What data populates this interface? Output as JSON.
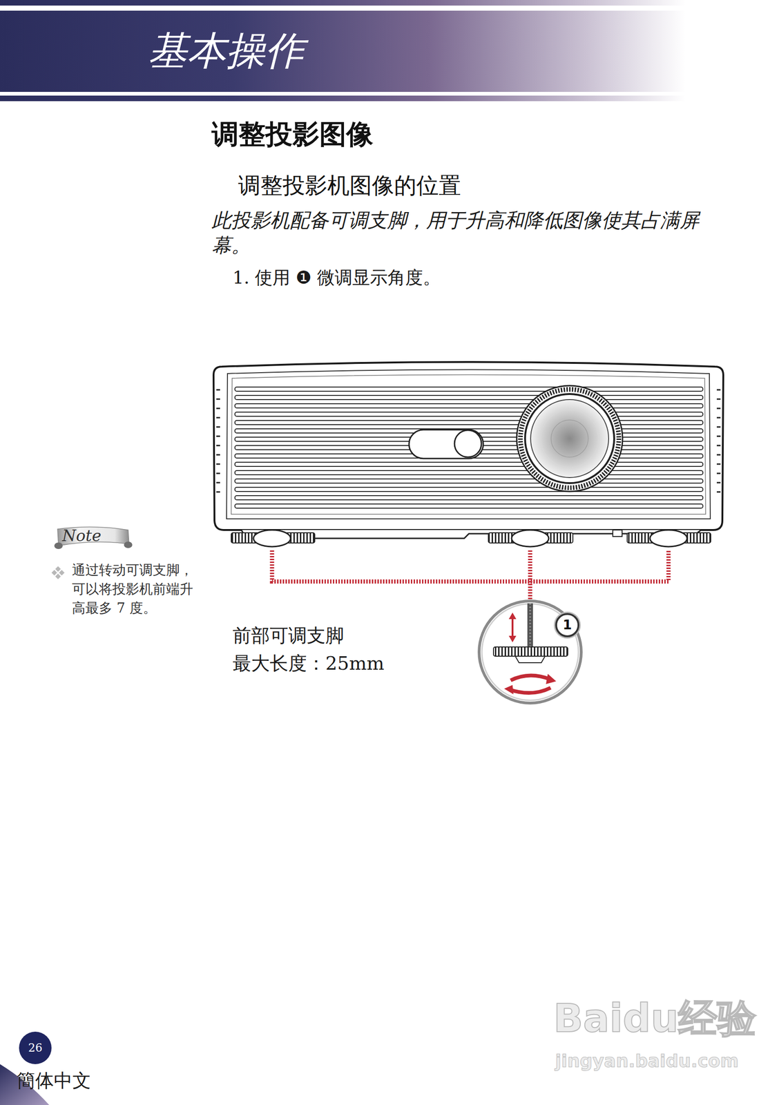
{
  "diagram": {
    "title": "调整投影图像",
    "nodes": [
      {
        "text": [
          "基本操作"
        ]
      },
      {
        "text": [
          "Note"
        ]
      },
      {
        "text": [
          "1"
        ]
      },
      {
        "text": [
          "26"
        ]
      }
    ],
    "labels": [
      "调整投影机图像的位置",
      "此投影机配备可调支脚，用于升高和降低图像使其占满屏幕。",
      "1. 使用 ❶ 微调显示角度。",
      "通过转动可调支脚，可以将投影机前端升高最多 7 度。",
      "前部可调支脚",
      "最大长度：25mm",
      "簡体中文",
      "Baidu经验",
      "jingyan.baidu.com"
    ]
  }
}
